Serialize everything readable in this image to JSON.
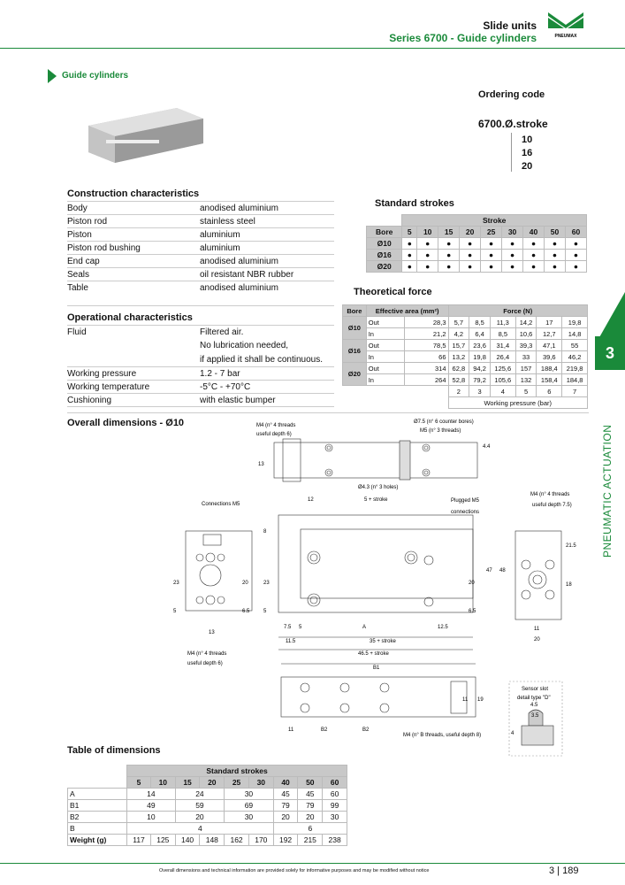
{
  "header": {
    "title": "Slide units",
    "subtitle": "Series 6700 - Guide cylinders",
    "brand": "PNEUMAX"
  },
  "section": {
    "title": "Guide cylinders"
  },
  "ordering": {
    "label": "Ordering code",
    "code": "6700.Ø.stroke",
    "options": [
      "10",
      "16",
      "20"
    ]
  },
  "construction": {
    "title": "Construction characteristics",
    "rows": [
      [
        "Body",
        "anodised aluminium"
      ],
      [
        "Piston rod",
        "stainless steel"
      ],
      [
        "Piston",
        "aluminium"
      ],
      [
        "Piston rod bushing",
        "aluminium"
      ],
      [
        "End cap",
        "anodised aluminium"
      ],
      [
        "Seals",
        "oil resistant NBR rubber"
      ],
      [
        "Table",
        "anodised aluminium"
      ]
    ]
  },
  "operational": {
    "title": "Operational characteristics",
    "rows": [
      [
        "Fluid",
        "Filtered air."
      ],
      [
        "",
        "No lubrication needed,"
      ],
      [
        "",
        "if applied it shall be continuous."
      ],
      [
        "Working pressure",
        "1.2 - 7 bar"
      ],
      [
        "Working temperature",
        "-5°C - +70°C"
      ],
      [
        "Cushioning",
        "with elastic bumper"
      ]
    ]
  },
  "strokes": {
    "title": "Standard strokes",
    "group": "Stroke",
    "bore_header": "Bore",
    "cols": [
      "5",
      "10",
      "15",
      "20",
      "25",
      "30",
      "40",
      "50",
      "60"
    ],
    "rows": [
      "Ø10",
      "Ø16",
      "Ø20"
    ],
    "mark": "●"
  },
  "force": {
    "title": "Theoretical force",
    "h_bore": "Bore",
    "h_area": "Effective area (mm²)",
    "h_force": "Force (N)",
    "rows": [
      {
        "bore": "Ø10",
        "dir": "Out",
        "area": "28,3",
        "v": [
          "5,7",
          "8,5",
          "11,3",
          "14,2",
          "17",
          "19,8"
        ]
      },
      {
        "bore": "",
        "dir": "In",
        "area": "21,2",
        "v": [
          "4,2",
          "6,4",
          "8,5",
          "10,6",
          "12,7",
          "14,8"
        ]
      },
      {
        "bore": "Ø16",
        "dir": "Out",
        "area": "78,5",
        "v": [
          "15,7",
          "23,6",
          "31,4",
          "39,3",
          "47,1",
          "55"
        ]
      },
      {
        "bore": "",
        "dir": "In",
        "area": "66",
        "v": [
          "13,2",
          "19,8",
          "26,4",
          "33",
          "39,6",
          "46,2"
        ]
      },
      {
        "bore": "Ø20",
        "dir": "Out",
        "area": "314",
        "v": [
          "62,8",
          "94,2",
          "125,6",
          "157",
          "188,4",
          "219,8"
        ]
      },
      {
        "bore": "",
        "dir": "In",
        "area": "264",
        "v": [
          "52,8",
          "79,2",
          "105,6",
          "132",
          "158,4",
          "184,8"
        ]
      }
    ],
    "pressures": [
      "2",
      "3",
      "4",
      "5",
      "6",
      "7"
    ],
    "pressure_label": "Working pressure (bar)"
  },
  "dims": {
    "title": "Overall dimensions - Ø10",
    "labels": {
      "m4a": "M4 (n° 4 threads",
      "m4a2": "useful depth 6)",
      "phi75": "Ø7.5 (n° 6 counter bores)",
      "m5": "M5 (n° 3 threads)",
      "phi43": "Ø4.3 (n° 3 holes)",
      "conn": "Connections M5",
      "plug": "Plugged M5",
      "plug2": "connections",
      "m4b": "M4 (n° 4 threads",
      "m4b2": "useful depth 7.5)",
      "m4c": "M4 (n° 4 threads",
      "m4c2": "useful depth 6)",
      "m4d": "M4 (n° B threads, useful depth 8)",
      "sensor": "Sensor slot",
      "sensor2": "detail type \"D\"",
      "d12": "12",
      "d5s": "5 + stroke",
      "d13": "13",
      "d44": "4.4",
      "d8": "8",
      "d23": "23",
      "d20": "20",
      "d5": "5",
      "d65": "6.5",
      "d13b": "13",
      "d75": "7.5",
      "d5b": "5",
      "dA": "A",
      "d125": "12.5",
      "d115": "11.5",
      "d35": "35 + stroke",
      "d465": "46.5 + stroke",
      "dB1": "B1",
      "d11": "11",
      "dB2a": "B2",
      "dB2b": "B2",
      "d11b": "11",
      "d19": "19",
      "d47": "47",
      "d48": "48",
      "d215": "21.5",
      "d18": "18",
      "d11c": "11",
      "d20b": "20",
      "d20c": "20",
      "d65b": "6.5",
      "d23b": "23",
      "d5c": "5",
      "d45": "4.5",
      "d35b": "3.5",
      "d4": "4"
    }
  },
  "dimtable": {
    "title": "Table of dimensions",
    "group": "Standard strokes",
    "cols": [
      "5",
      "10",
      "15",
      "20",
      "25",
      "30",
      "40",
      "50",
      "60"
    ],
    "A": [
      "14",
      "24",
      "30",
      "45",
      "45",
      "60"
    ],
    "B1": [
      "49",
      "59",
      "69",
      "79",
      "79",
      "99"
    ],
    "B2": [
      "10",
      "20",
      "30",
      "20",
      "20",
      "30"
    ],
    "B": [
      "4",
      "6"
    ],
    "W": [
      "117",
      "125",
      "140",
      "148",
      "162",
      "170",
      "192",
      "215",
      "238"
    ],
    "rlabels": [
      "A",
      "B1",
      "B2",
      "B",
      "Weight (g)"
    ]
  },
  "side": {
    "chapter": "3",
    "label": "PNEUMATIC ACTUATION"
  },
  "footer": {
    "note": "Overall dimensions and technical information are provided solely for informative purposes and may be modified without notice",
    "page": "3 | 189"
  }
}
